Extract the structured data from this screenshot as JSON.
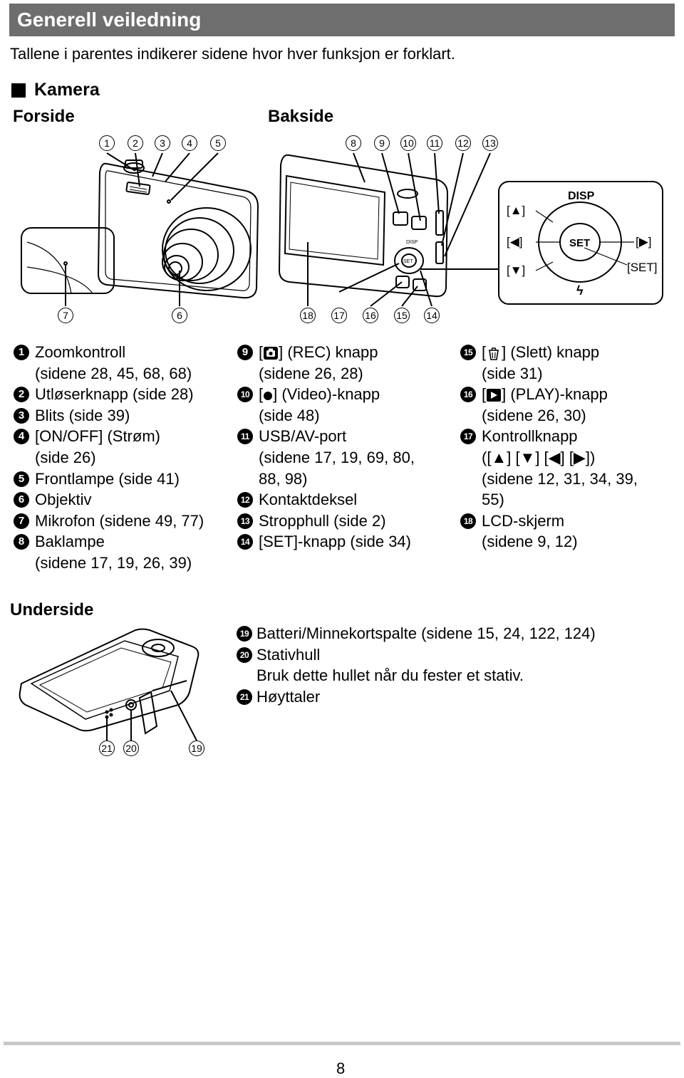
{
  "header": {
    "title": "Generell veiledning"
  },
  "intro": "Tallene i parentes indikerer sidene hvor hver funksjon er forklart.",
  "section": {
    "title": "Kamera"
  },
  "views": {
    "front": "Forside",
    "back": "Bakside",
    "bottom": "Underside"
  },
  "callouts": {
    "front_top": [
      "1",
      "2",
      "3",
      "4",
      "5"
    ],
    "back_top": [
      "8",
      "9",
      "10",
      "11",
      "12",
      "13"
    ],
    "front_bottom": [
      "7",
      "6"
    ],
    "back_bottom": [
      "18",
      "17",
      "16",
      "15",
      "14"
    ],
    "bottom_view": [
      "21",
      "20",
      "19"
    ]
  },
  "pad": {
    "disp": "DISP",
    "set": "SET",
    "up": "[▲]",
    "left": "[◀]",
    "down": "[▼]",
    "right": "[▶]",
    "set_bracket": "[SET]",
    "flash": "ϟ"
  },
  "camera_marks": {
    "disp": "DISP",
    "set": "SET"
  },
  "parts_col1": [
    {
      "num": "1",
      "lines": [
        "Zoomkontroll",
        "(sidene 28, 45, 68, 68)"
      ]
    },
    {
      "num": "2",
      "lines": [
        "Utløserknapp (side 28)"
      ]
    },
    {
      "num": "3",
      "lines": [
        "Blits (side 39)"
      ]
    },
    {
      "num": "4",
      "lines": [
        "[ON/OFF] (Strøm)",
        "(side 26)"
      ]
    },
    {
      "num": "5",
      "lines": [
        "Frontlampe (side 41)"
      ]
    },
    {
      "num": "6",
      "lines": [
        "Objektiv"
      ]
    },
    {
      "num": "7",
      "lines": [
        "Mikrofon (sidene 49, 77)"
      ]
    },
    {
      "num": "8",
      "lines": [
        "Baklampe",
        "(sidene 17, 19, 26, 39)"
      ]
    }
  ],
  "parts_col2": [
    {
      "num": "9",
      "pre": "[",
      "icon": "camera-icon",
      "post": "] (REC) knapp",
      "lines": [
        "(sidene 26, 28)"
      ]
    },
    {
      "num": "10",
      "pre": "[",
      "icon": "record-dot-icon",
      "post": "] (Video)-knapp",
      "lines": [
        "(side 48)"
      ]
    },
    {
      "num": "11",
      "lines": [
        "USB/AV-port",
        "(sidene 17, 19, 69, 80,",
        "88, 98)"
      ]
    },
    {
      "num": "12",
      "lines": [
        "Kontaktdeksel"
      ]
    },
    {
      "num": "13",
      "lines": [
        "Stropphull (side 2)"
      ]
    },
    {
      "num": "14",
      "lines": [
        "[SET]-knapp (side 34)"
      ]
    }
  ],
  "parts_col3": [
    {
      "num": "15",
      "pre": "[",
      "icon": "trash-icon",
      "post": "] (Slett) knapp",
      "lines": [
        "(side 31)"
      ]
    },
    {
      "num": "16",
      "pre": "[",
      "icon": "play-icon",
      "post": "] (PLAY)-knapp",
      "lines": [
        "(sidene 26, 30)"
      ]
    },
    {
      "num": "17",
      "lines": [
        "Kontrollknapp",
        "([▲] [▼] [◀] [▶])",
        "(sidene 12, 31, 34, 39,",
        "55)"
      ]
    },
    {
      "num": "18",
      "lines": [
        "LCD-skjerm",
        "(sidene 9, 12)"
      ]
    }
  ],
  "bottom_parts": [
    {
      "num": "19",
      "lines": [
        "Batteri/Minnekortspalte (sidene 15, 24, 122, 124)"
      ]
    },
    {
      "num": "20",
      "lines": [
        "Stativhull",
        "Bruk dette hullet når du fester et stativ."
      ]
    },
    {
      "num": "21",
      "lines": [
        "Høyttaler"
      ]
    }
  ],
  "page_number": "8"
}
